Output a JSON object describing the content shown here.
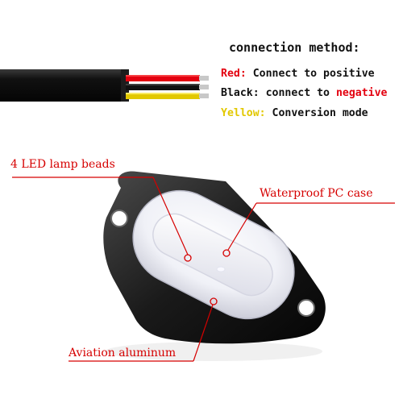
{
  "connection": {
    "title": "connection method:",
    "red": {
      "name": "Red:",
      "desc": "Connect to positive"
    },
    "black": {
      "name": "Black:",
      "desc_prefix": "connect to ",
      "emphasis": "negative"
    },
    "yellow": {
      "name": "Yellow:",
      "desc": "Conversion mode"
    }
  },
  "callouts": {
    "led": "4 LED lamp beads",
    "case": "Waterproof PC case",
    "aluminum": "Aviation aluminum"
  },
  "colors": {
    "red": "#e3000f",
    "black": "#111111",
    "yellow": "#e2c800",
    "callout": "#d60000"
  }
}
